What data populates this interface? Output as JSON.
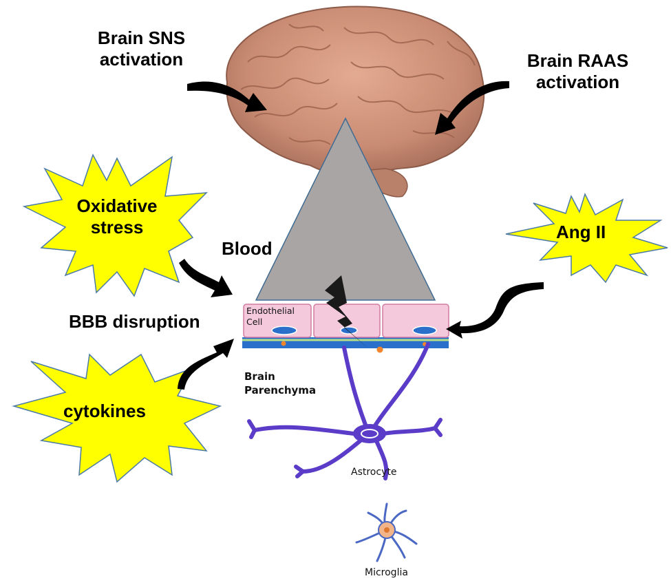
{
  "labels": {
    "brain_sns": [
      "Brain SNS",
      "activation"
    ],
    "brain_raas": [
      "Brain RAAS",
      "activation"
    ],
    "oxidative": [
      "Oxidative",
      "stress"
    ],
    "blood": "Blood",
    "bbb": "BBB disruption",
    "cytokines": "cytokines",
    "ang_ii": "Ang II",
    "endothelial": [
      "Endothelial",
      "Cell"
    ],
    "parenchyma": [
      "Brain",
      "Parenchyma"
    ],
    "astrocyte": "Astrocyte",
    "microglia": "Microglia"
  },
  "colors": {
    "brain": "#d39880",
    "burst_fill": "#ffff00",
    "burst_stroke": "#4a79a8",
    "triangle": "#a9a5a5",
    "endothelium": "#f5c9dc",
    "membrane": "#2a6fc9",
    "astrocyte": "#5a3cc8",
    "microglia": "#4a68c4"
  }
}
